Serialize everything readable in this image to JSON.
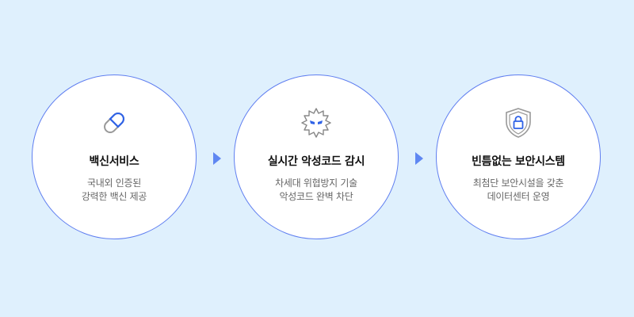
{
  "colors": {
    "background": "#dff0fd",
    "border": "#5f7ef0",
    "accent": "#2f62e6",
    "arrow": "#5f87f2"
  },
  "features": [
    {
      "icon": "pill-icon",
      "title": "백신서비스",
      "lines": [
        "국내외 인증된",
        "강력한 백신 제공"
      ]
    },
    {
      "icon": "virus-icon",
      "title": "실시간 악성코드 감시",
      "lines": [
        "차세대 위협방지 기술",
        "악성코드 완벽 차단"
      ]
    },
    {
      "icon": "shield-lock-icon",
      "title": "빈틈없는 보안시스템",
      "lines": [
        "최첨단 보안시설을 갖춘",
        "데이터센터 운영"
      ]
    }
  ],
  "arrows": [
    "arrow-right-icon",
    "arrow-right-icon"
  ]
}
